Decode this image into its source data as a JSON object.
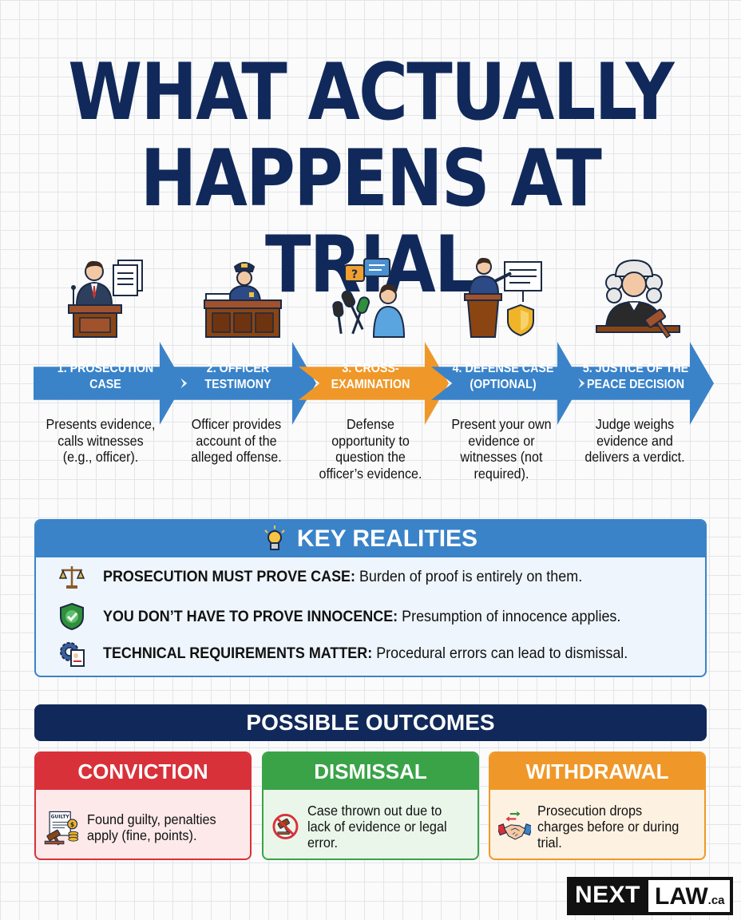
{
  "title": {
    "line1": "WHAT ACTUALLY",
    "line2": "HAPPENS AT TRIAL"
  },
  "steps": [
    {
      "label": "1. PROSECUTION CASE",
      "description": "Presents evidence, calls witnesses (e.g., officer).",
      "icon": "prosecutor-podium-icon",
      "color": "#3a83c9"
    },
    {
      "label": "2. OFFICER TESTIMONY",
      "description": "Officer provides account of the alleged offense.",
      "icon": "officer-witness-stand-icon",
      "color": "#3a83c9"
    },
    {
      "label": "3. CROSS-EXAMINATION",
      "description": "Defense opportunity to question the officer’s evidence.",
      "icon": "microphones-questions-icon",
      "color": "#ef9829"
    },
    {
      "label": "4. DEFENSE CASE (OPTIONAL)",
      "description": "Present your own evidence or witnesses (not required).",
      "icon": "defense-presentation-icon",
      "color": "#3a83c9"
    },
    {
      "label": "5. JUSTICE OF THE PEACE DECISION",
      "description": "Judge weighs evidence and delivers a verdict.",
      "icon": "judge-gavel-icon",
      "color": "#3a83c9"
    }
  ],
  "key_realities": {
    "heading": "KEY REALITIES",
    "icon": "lightbulb-icon",
    "items": [
      {
        "bold": "PROSECUTION MUST PROVE CASE:",
        "text": " Burden of proof is entirely on them.",
        "icon": "scales-icon"
      },
      {
        "bold": "YOU DON’T HAVE TO PROVE INNOCENCE:",
        "text": " Presumption of innocence applies.",
        "icon": "shield-check-icon"
      },
      {
        "bold": "TECHNICAL REQUIREMENTS MATTER:",
        "text": " Procedural errors can lead to dismissal.",
        "icon": "gear-document-icon"
      }
    ]
  },
  "outcomes": {
    "heading": "POSSIBLE OUTCOMES",
    "cards": [
      {
        "title": "CONVICTION",
        "text": "Found guilty, penalties apply (fine, points).",
        "icon": "guilty-gavel-coins-icon",
        "icon_label": "GUILTY",
        "color": "#d8313a",
        "bg": "#fde9e9"
      },
      {
        "title": "DISMISSAL",
        "text": "Case thrown out due to lack of evidence or legal error.",
        "icon": "no-gavel-icon",
        "color": "#3aa348",
        "bg": "#eaf6ea"
      },
      {
        "title": "WITHDRAWAL",
        "text": "Prosecution drops charges before or during trial.",
        "icon": "handshake-icon",
        "color": "#ef9829",
        "bg": "#fdf1e2"
      }
    ]
  },
  "logo": {
    "next": "NEXT",
    "law": "LAW",
    "ca": ".ca"
  }
}
